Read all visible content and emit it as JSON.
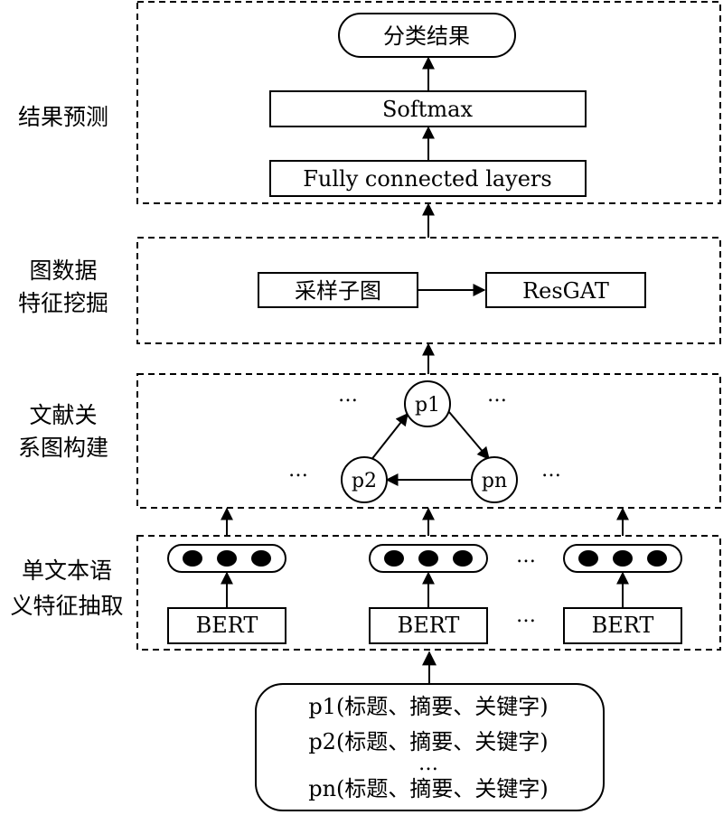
{
  "stages": {
    "prediction": [
      "结果预测"
    ],
    "graph_mining": [
      "图数据",
      "特征挖掘"
    ],
    "graph_build": [
      "文献关",
      "系图构建"
    ],
    "semantic": [
      "单文本语",
      "义特征抽取"
    ]
  },
  "prediction": {
    "output": "分类结果",
    "softmax": "Softmax",
    "fc": "Fully connected layers"
  },
  "mining": {
    "sample": "采样子图",
    "model": "ResGAT"
  },
  "graph": {
    "node_top": "p1",
    "node_left": "p2",
    "node_right": "pn",
    "ellipsis": "…"
  },
  "encoder": {
    "label": "BERT",
    "ellipsis": "…"
  },
  "input": {
    "lines": [
      "p1(标题、摘要、关键字)",
      "p2(标题、摘要、关键字)",
      "…",
      "pn(标题、摘要、关键字)"
    ]
  },
  "colors": {
    "stroke": "#000000",
    "fill": "#ffffff",
    "vector_dot": "#000000"
  }
}
